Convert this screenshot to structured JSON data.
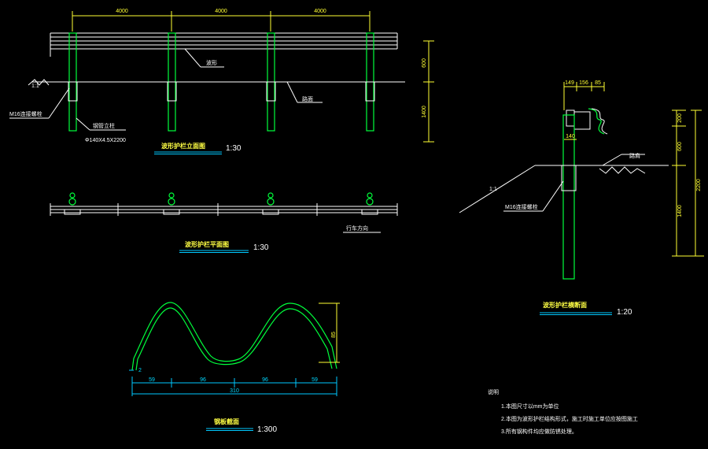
{
  "colors": {
    "background": "#000000",
    "line_white": "#ffffff",
    "line_green": "#00ff3c",
    "dimension_yellow": "#ffff33",
    "dimension_cyan": "#00c8ff"
  },
  "elevation": {
    "dims_top": [
      "4000",
      "4000",
      "4000"
    ],
    "dims_right": [
      "600",
      "1400"
    ],
    "label_beam": "波形",
    "label_ground": "路面",
    "label_bolt": "M16连接螺栓",
    "label_post": "钢管立柱",
    "label_post_spec": "Φ140X4.5X2200",
    "label_slope": "1:1",
    "title": "波形护栏立面图",
    "scale": "1:30"
  },
  "plan": {
    "title": "波形护栏平面图",
    "scale": "1:30",
    "label_direction": "行车方向"
  },
  "section": {
    "dims_top": [
      "149",
      "156",
      "85"
    ],
    "dim_mid": "140",
    "dims_right": [
      "200",
      "600",
      "1400"
    ],
    "dim_total": "2200",
    "label_slope": "1:1",
    "label_bolt": "M16连接螺栓",
    "label_ground": "路肩",
    "title": "波形护栏横断面",
    "scale": "1:20"
  },
  "beam": {
    "dims_bottom": [
      "59",
      "96",
      "96",
      "59"
    ],
    "dim_total": "310",
    "dim_height": "85",
    "thickness": "2",
    "title": "钢板截面",
    "scale": "1:300"
  },
  "notes": {
    "heading": "说明",
    "items": [
      "1.本图尺寸以mm为单位",
      "2.本图为波形护栏结构形式，施工时施工单位应按图施工",
      "3.所有钢构件均应做防锈处理。"
    ]
  }
}
